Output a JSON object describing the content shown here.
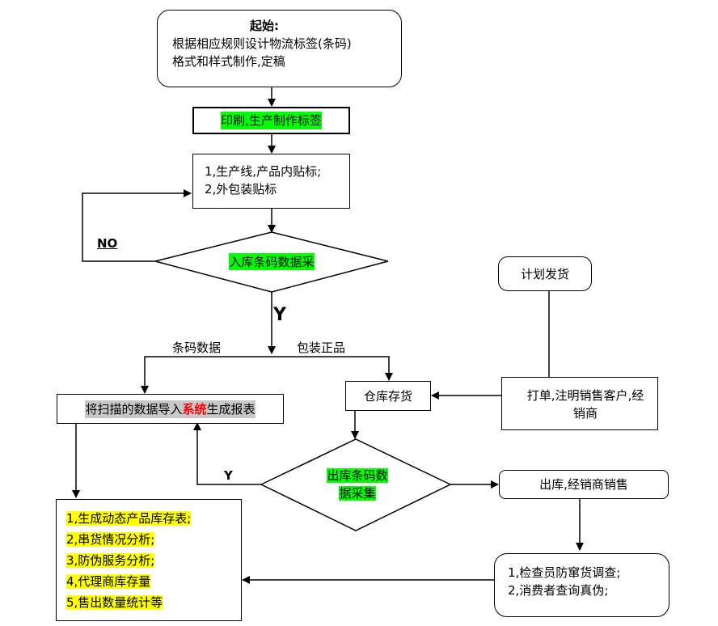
{
  "start": {
    "title": "起始:",
    "line1": "根据相应规则设计物流标签(条码)",
    "line2": "格式和样式制作,定稿"
  },
  "print_box": "印刷,生产制作标签",
  "label_box": {
    "line1": "1,生产线,产品内贴标;",
    "line2": "2,外包装贴标"
  },
  "decision_in": "入库条码数据采",
  "no_label": "NO",
  "y_label_main": "Y",
  "branch_left": "条码数据",
  "branch_right": "包装正品",
  "import_box": {
    "pre": "将扫描的数据导入",
    "highlight": "系统",
    "post": "生成报表"
  },
  "warehouse": "仓库存货",
  "plan": "计划发货",
  "order_box": {
    "line1": "打单,注明销售客户,经",
    "line2": "销商"
  },
  "decision_out": {
    "line1": "出库条码数",
    "line2": "据采集"
  },
  "y_label_out": "Y",
  "outbound": "出库,经销商销售",
  "inspect": {
    "line1": "1,检查员防窜货调查;",
    "line2": "2,消费者查询真伪;"
  },
  "report": {
    "items": [
      "1,生成动态产品库存表;",
      "2,串货情况分析;",
      "3,防伪服务分析;",
      "4,代理商库存量",
      "5,售出数量统计等"
    ]
  }
}
